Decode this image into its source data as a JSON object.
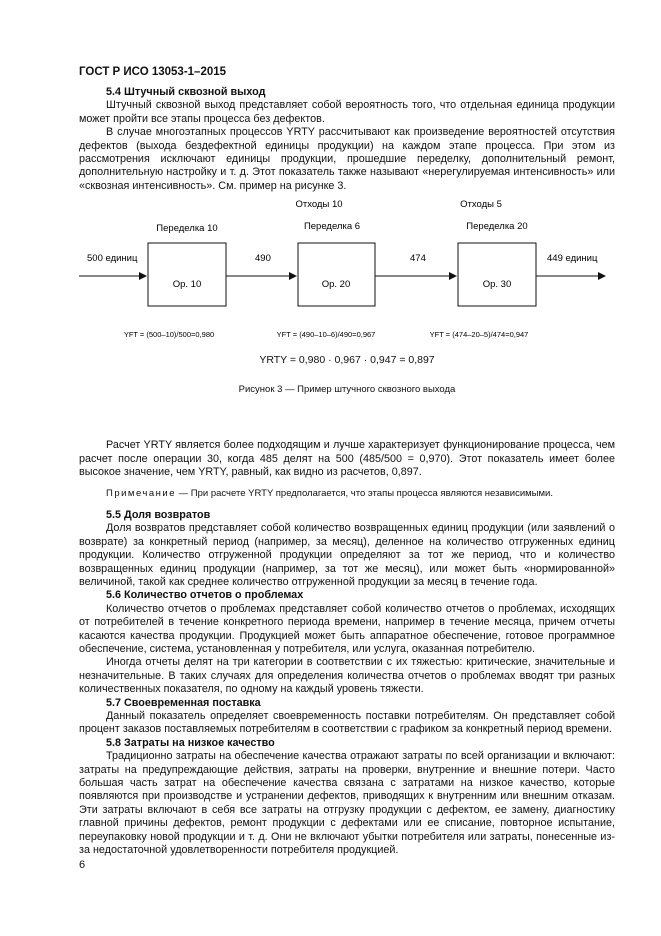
{
  "header": "ГОСТ Р ИСО 13053-1–2015",
  "page_number": "6",
  "s54": {
    "title": "5.4  Штучный сквозной выход",
    "p1": "Штучный сквозной выход  представляет собой вероятность того, что отдельная единица продукции может пройти все этапы процесса без дефектов.",
    "p2": "В случае многоэтапных процессов YRTY рассчитывают как произведение вероятностей отсутствия дефектов (выхода бездефектной единицы продукции) на каждом этапе процесса. При этом из рассмотрения исключают единицы продукции, прошедшие переделку, дополнительный ремонт, дополнительную настройку и т. д.  Этот показатель также называют «нерегулируемая интенсивность» или «сквозная интенсивность». См. пример на рисунке 3."
  },
  "figure": {
    "input_label": "500 единиц",
    "output_label": "449 единиц",
    "ops": [
      {
        "name": "Ор. 10",
        "rework": "Переделка 10",
        "scrap": "",
        "yield_formula": "YFT = (500–10)/500=0,980"
      },
      {
        "name": "Ор. 20",
        "rework": "Переделка 6",
        "scrap": "Отходы 10",
        "yield_formula": "YFT = (490–10–6)/490=0,967"
      },
      {
        "name": "Ор. 30",
        "rework": "Переделка 20",
        "scrap": "Отходы 5",
        "yield_formula": "YFT = (474–20–5)/474=0,947"
      }
    ],
    "flows": [
      "490",
      "474"
    ],
    "formula": "YRTY = 0,980 · 0,967 · 0,947 = 0,897",
    "caption": "Рисунок 3 — Пример штучного сквозного выхода"
  },
  "after_fig": "Расчет YRTY является более подходящим и лучше характеризует функционирование процесса, чем расчет после операции 30, когда 485 делят на 500 (485/500 = 0,970). Этот показатель имеет более высокое значение, чем YRTY, равный, как видно из расчетов, 0,897.",
  "note": {
    "label": "Примечание",
    "text": " — При расчете YRTY предполагается, что этапы процесса являются независимыми."
  },
  "s55": {
    "title": "5.5  Доля возвратов",
    "p1": "Доля возвратов представляет собой количество возвращенных единиц продукции (или заявлений о возврате) за конкретный период (например, за месяц), деленное на количество отгруженных единиц продукции. Количество отгруженной продукции определяют за тот же период, что и количество возвращенных единиц продукции (например, за тот же месяц), или может быть «нормированной» величиной, такой как среднее количество отгруженной продукции за месяц в течение года."
  },
  "s56": {
    "title": "5.6  Количество отчетов о проблемах",
    "p1": "Количество отчетов о проблемах представляет собой количество отчетов о проблемах, исходящих от потребителей в течение конкретного периода времени, например в течение месяца, причем отчеты касаются качества продукции. Продукцией может быть аппаратное обеспечение, готовое программное обеспечение, система, установленная у потребителя, или услуга, оказанная потребителю.",
    "p2": "Иногда отчеты делят на три категории в соответствии с их тяжестью: критические, значительные и незначительные. В таких случаях для определения количества отчетов о проблемах вводят три разных количественных показателя, по одному на каждый уровень тяжести."
  },
  "s57": {
    "title": "5.7  Своевременная поставка",
    "p1": "Данный показатель определяет своевременность поставки потребителям. Он представляет собой процент заказов поставляемых потребителям в соответствии с графиком за конкретный период времени."
  },
  "s58": {
    "title": "5.8  Затраты на низкое качество",
    "p1": "Традиционно затраты на обеспечение качества отражают  затраты по всей организации и включают: затраты на предупреждающие действия, затраты на проверки, внутренние и внешние потери. Часто большая часть затрат на обеспечение качества связана с затратами на низкое качество, которые появляются при производстве и устранении дефектов, приводящих к внутренним или внешним отказам. Эти затраты включают в себя все затраты на отгрузку продукции с дефектом, ее замену, диагностику главной причины дефектов, ремонт продукции с дефектами или ее списание, повторное испытание, переупаковку новой продукции и т. д. Они не включают убытки потребителя или затраты, понесенные из-за недостаточной удовлетворенности потребителя продукцией."
  }
}
